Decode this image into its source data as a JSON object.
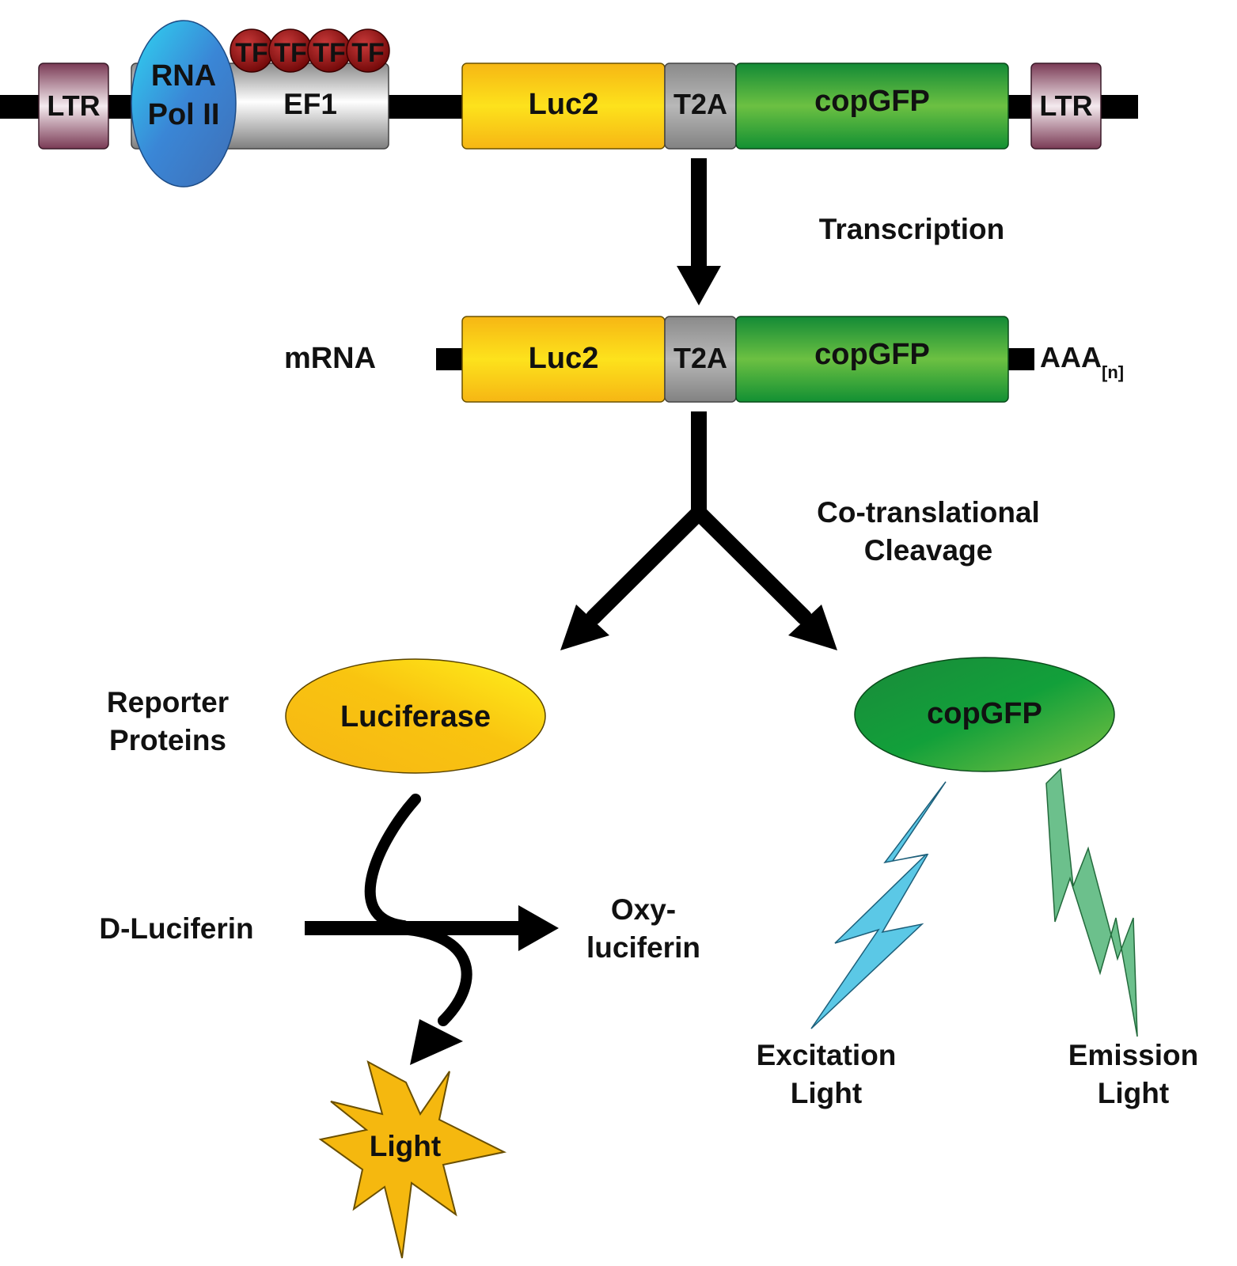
{
  "construct": {
    "ltr_left": "LTR",
    "ltr_right": "LTR",
    "rna_pol_line1": "RNA",
    "rna_pol_line2": "Pol II",
    "tf_labels": [
      "TF",
      "TF",
      "TF",
      "TF"
    ],
    "promoter": "EF1",
    "luc2": "Luc2",
    "t2a": "T2A",
    "copgfp": "copGFP"
  },
  "steps": {
    "transcription": "Transcription",
    "cleavage_line1": "Co-translational",
    "cleavage_line2": "Cleavage"
  },
  "mrna": {
    "label": "mRNA",
    "luc2": "Luc2",
    "t2a": "T2A",
    "copgfp": "copGFP",
    "polya": "AAA",
    "polya_sub": "[n]"
  },
  "proteins": {
    "reporter_line1": "Reporter",
    "reporter_line2": "Proteins",
    "luciferase": "Luciferase",
    "copgfp": "copGFP"
  },
  "reaction": {
    "substrate": "D-Luciferin",
    "product_line1": "Oxy-",
    "product_line2": "luciferin",
    "light": "Light"
  },
  "fluorescence": {
    "excitation_line1": "Excitation",
    "excitation_line2": "Light",
    "emission_line1": "Emission",
    "emission_line2": "Light"
  },
  "colors": {
    "ltr": "#8a4a63",
    "rna_pol": "#3a86d6",
    "tf": "#8b0f0f",
    "promoter": "#c8c8c8",
    "luc2": "#f7c21a",
    "t2a": "#9a9a9a",
    "copgfp": "#1f9b3a",
    "excitation": "#5bc8e6",
    "emission": "#6cc08c",
    "light": "#f5b80f"
  }
}
